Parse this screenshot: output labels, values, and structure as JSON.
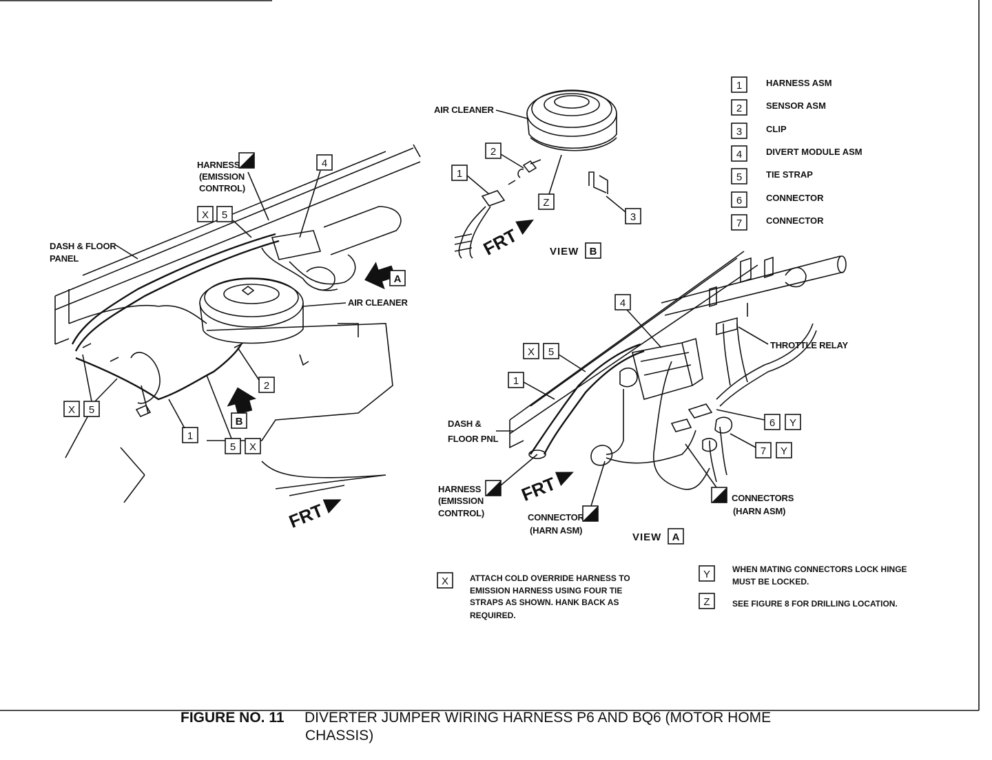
{
  "figure": {
    "number_label": "FIGURE NO. 11",
    "title_line1": "DIVERTER JUMPER WIRING HARNESS P6 AND BQ6 (MOTOR HOME",
    "title_line2": "CHASSIS)"
  },
  "legend": [
    {
      "num": "1",
      "text": "HARNESS ASM"
    },
    {
      "num": "2",
      "text": "SENSOR ASM"
    },
    {
      "num": "3",
      "text": "CLIP"
    },
    {
      "num": "4",
      "text": "DIVERT MODULE ASM"
    },
    {
      "num": "5",
      "text": "TIE STRAP"
    },
    {
      "num": "6",
      "text": "CONNECTOR"
    },
    {
      "num": "7",
      "text": "CONNECTOR"
    }
  ],
  "left_view": {
    "harness_label": [
      "HARNESS",
      "(EMISSION",
      "CONTROL)"
    ],
    "dash_label": [
      "DASH & FLOOR",
      "PANEL"
    ],
    "air_cleaner": "AIR CLEANER",
    "frt": "FRT",
    "view_a_letter": "A",
    "view_b_letter": "B",
    "callouts": {
      "four": "4",
      "x": "X",
      "five": "5",
      "two": "2",
      "one": "1"
    }
  },
  "view_b": {
    "caption": "VIEW",
    "letter": "B",
    "air_cleaner": "AIR CLEANER",
    "frt": "FRT",
    "callouts": {
      "one": "1",
      "two": "2",
      "three": "3",
      "z": "Z"
    }
  },
  "view_a": {
    "caption": "VIEW",
    "letter": "A",
    "throttle_relay": "THROTTLE RELAY",
    "dash_label": [
      "DASH &",
      "FLOOR PNL"
    ],
    "harness_label": [
      "HARNESS",
      "(EMISSION",
      "CONTROL)"
    ],
    "connector_label": [
      "CONNECTOR",
      "(HARN ASM)"
    ],
    "connectors_label": [
      "CONNECTORS",
      "(HARN ASM)"
    ],
    "frt": "FRT",
    "callouts": {
      "four": "4",
      "one": "1",
      "x": "X",
      "five": "5",
      "six": "6",
      "seven": "7",
      "y": "Y"
    }
  },
  "notes": [
    {
      "key": "X",
      "lines": [
        "ATTACH COLD OVERRIDE HARNESS TO",
        "EMISSION HARNESS USING FOUR TIE",
        "STRAPS AS SHOWN. HANK BACK AS",
        "REQUIRED."
      ]
    },
    {
      "key": "Y",
      "lines": [
        "WHEN MATING CONNECTORS LOCK HINGE",
        "MUST BE LOCKED."
      ]
    },
    {
      "key": "Z",
      "lines": [
        "SEE FIGURE 8 FOR DRILLING LOCATION."
      ]
    }
  ]
}
